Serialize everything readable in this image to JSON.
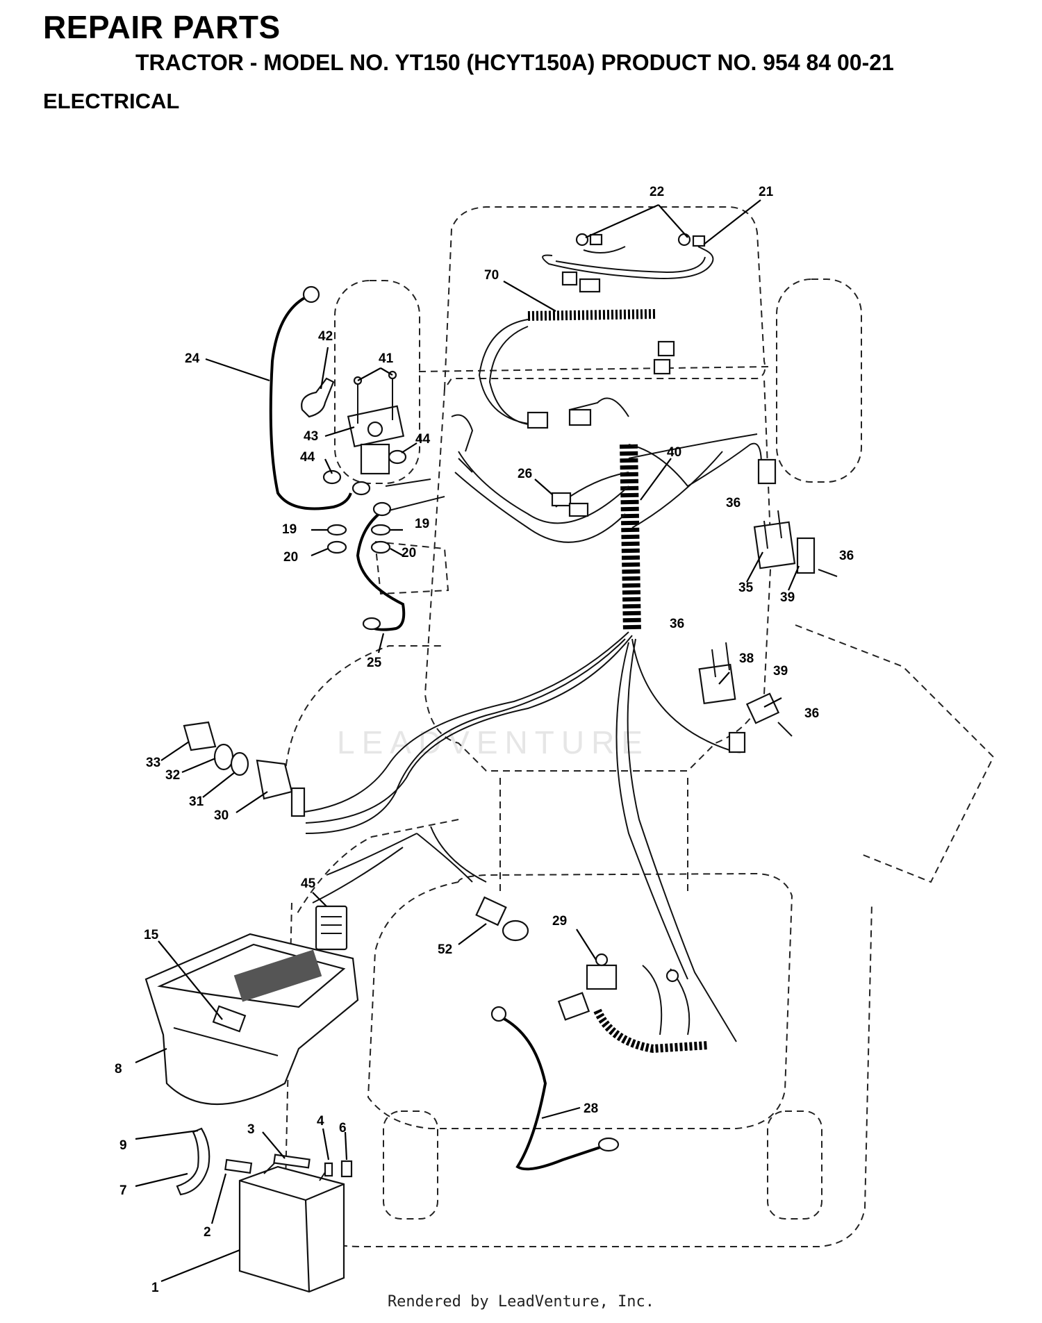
{
  "header": {
    "title": "REPAIR PARTS",
    "subtitle": "TRACTOR - MODEL NO. YT150 (HCYT150A) PRODUCT NO. 954 84 00-21",
    "section": "ELECTRICAL"
  },
  "footer": {
    "text": "Rendered by LeadVenture, Inc."
  },
  "watermark": {
    "text": "LEADVENTURE"
  },
  "callouts": [
    "22",
    "21",
    "70",
    "42",
    "41",
    "24",
    "43",
    "44",
    "44",
    "40",
    "26",
    "19",
    "19",
    "20",
    "20",
    "36",
    "36",
    "35",
    "39",
    "25",
    "36",
    "38",
    "39",
    "36",
    "33",
    "32",
    "31",
    "30",
    "45",
    "15",
    "52",
    "29",
    "8",
    "28",
    "9",
    "3",
    "4",
    "6",
    "7",
    "2",
    "1"
  ]
}
